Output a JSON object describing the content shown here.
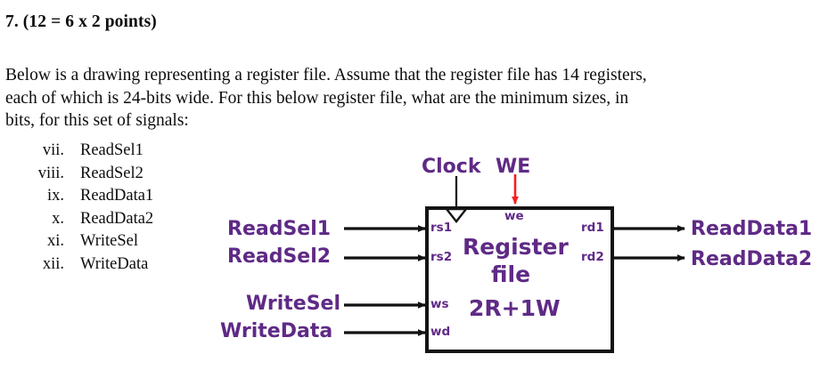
{
  "question": {
    "heading": "7. (12 = 6 x 2 points)",
    "paragraph_lines": [
      "Below is a drawing representing a register file.  Assume that the register file has 14 registers,",
      "each of which is 24-bits wide.  For this below register file, what are the minimum sizes, in",
      "bits, for this set of signals:"
    ]
  },
  "signal_list": [
    {
      "numeral": "vii.",
      "name": "ReadSel1"
    },
    {
      "numeral": "viii.",
      "name": "ReadSel2"
    },
    {
      "numeral": "ix.",
      "name": "ReadData1"
    },
    {
      "numeral": "x.",
      "name": "ReadData2"
    },
    {
      "numeral": "xi.",
      "name": "WriteSel"
    },
    {
      "numeral": "xii.",
      "name": "WriteData"
    }
  ],
  "diagram": {
    "block": {
      "title_line1": "Register",
      "title_line2": "file",
      "title_line3": "2R+1W"
    },
    "top_signals": {
      "clock_label": "Clock",
      "we_label": "WE",
      "we_port": "we"
    },
    "input_ports": [
      {
        "external_label": "ReadSel1",
        "port": "rs1"
      },
      {
        "external_label": "ReadSel2",
        "port": "rs2"
      },
      {
        "external_label": "WriteSel",
        "port": "ws"
      },
      {
        "external_label": "WriteData",
        "port": "wd"
      }
    ],
    "output_ports": [
      {
        "external_label": "ReadData1",
        "port": "rd1"
      },
      {
        "external_label": "ReadData2",
        "port": "rd2"
      }
    ],
    "colors": {
      "label_purple": "#5f2a86",
      "wire_black": "#111111",
      "we_arrow_red": "#f42020",
      "box_outline": "#141414"
    }
  }
}
